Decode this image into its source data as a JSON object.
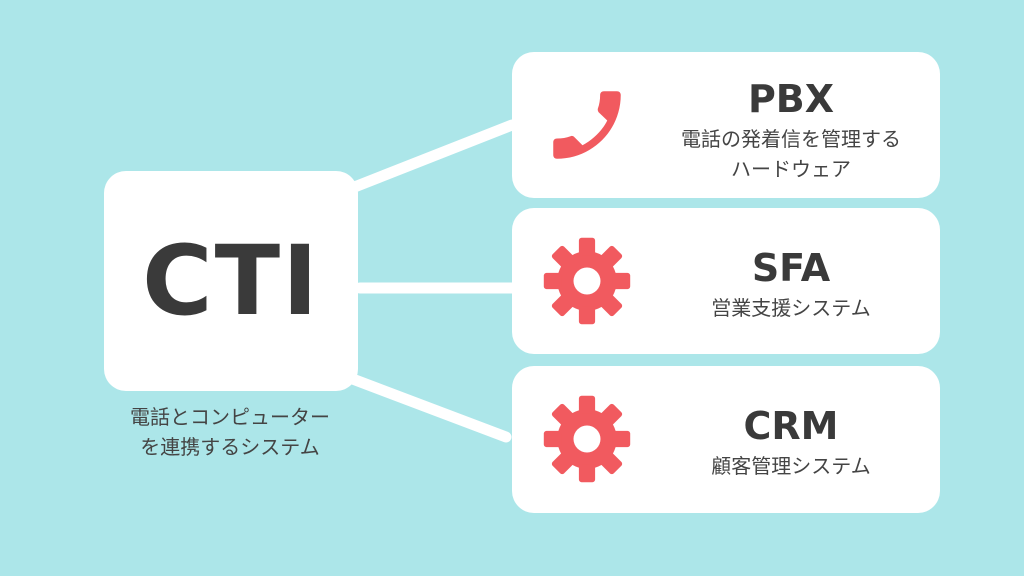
{
  "colors": {
    "background": "#ace6e9",
    "accent": "#f15a5f",
    "text": "#3a3a3a"
  },
  "cti": {
    "title": "CTI",
    "desc_line1": "電話とコンピューター",
    "desc_line2": "を連携するシステム"
  },
  "cards": [
    {
      "title": "PBX",
      "desc_line1": "電話の発着信を管理する",
      "desc_line2": "ハードウェア",
      "icon": "phone-icon"
    },
    {
      "title": "SFA",
      "desc_line1": "営業支援システム",
      "icon": "gear-icon"
    },
    {
      "title": "CRM",
      "desc_line1": "顧客管理システム",
      "icon": "gear-icon"
    }
  ]
}
